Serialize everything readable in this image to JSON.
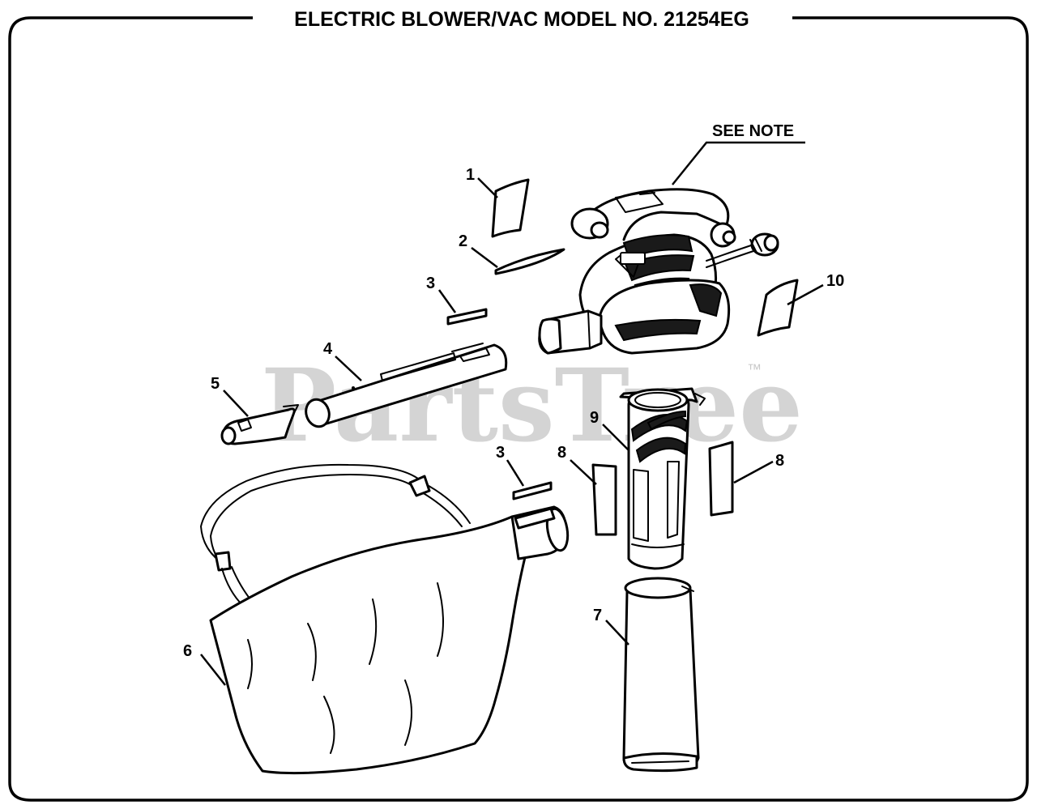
{
  "title": "ELECTRIC BLOWER/VAC MODEL NO. 21254EG",
  "note_label": "SEE NOTE",
  "watermark": {
    "text": "PartsTree",
    "trademark": "™"
  },
  "callouts": [
    {
      "id": "c1",
      "label": "1"
    },
    {
      "id": "c2",
      "label": "2"
    },
    {
      "id": "c3a",
      "label": "3"
    },
    {
      "id": "c3b",
      "label": "3"
    },
    {
      "id": "c4",
      "label": "4"
    },
    {
      "id": "c5",
      "label": "5"
    },
    {
      "id": "c6",
      "label": "6"
    },
    {
      "id": "c7",
      "label": "7"
    },
    {
      "id": "c8a",
      "label": "8"
    },
    {
      "id": "c8b",
      "label": "8"
    },
    {
      "id": "c9",
      "label": "9"
    },
    {
      "id": "c10",
      "label": "10"
    }
  ]
}
